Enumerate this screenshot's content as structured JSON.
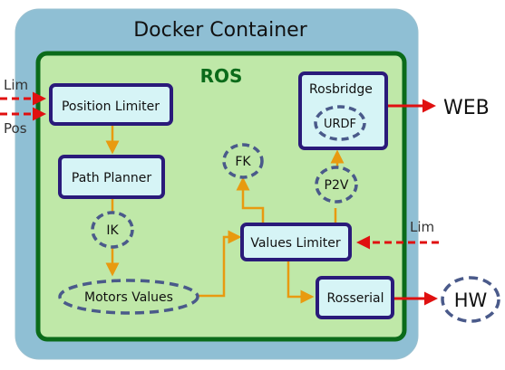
{
  "container": {
    "title": "Docker Container"
  },
  "ros": {
    "title": "ROS"
  },
  "nodes": {
    "position_limiter": "Position Limiter",
    "path_planner": "Path Planner",
    "ik": "IK",
    "motors_values": "Motors Values",
    "fk": "FK",
    "values_limiter": "Values Limiter",
    "p2v": "P2V",
    "rosbridge": "Rosbridge",
    "urdf": "URDF",
    "rosserial": "Rosserial"
  },
  "external": {
    "lim_in": "Lim",
    "pos_in": "Pos",
    "lim_right": "Lim",
    "web": "WEB",
    "hw": "HW"
  },
  "colors": {
    "docker_fill": "#8fbfd4",
    "ros_border": "#0b6b1a",
    "ros_fill": "#bfe8a8",
    "node_border": "#2a1a7a",
    "node_fill": "#d6f4f6",
    "dashed_border": "#4a5a8a",
    "orange_arrow": "#e89a10",
    "red_arrow": "#e01010"
  }
}
